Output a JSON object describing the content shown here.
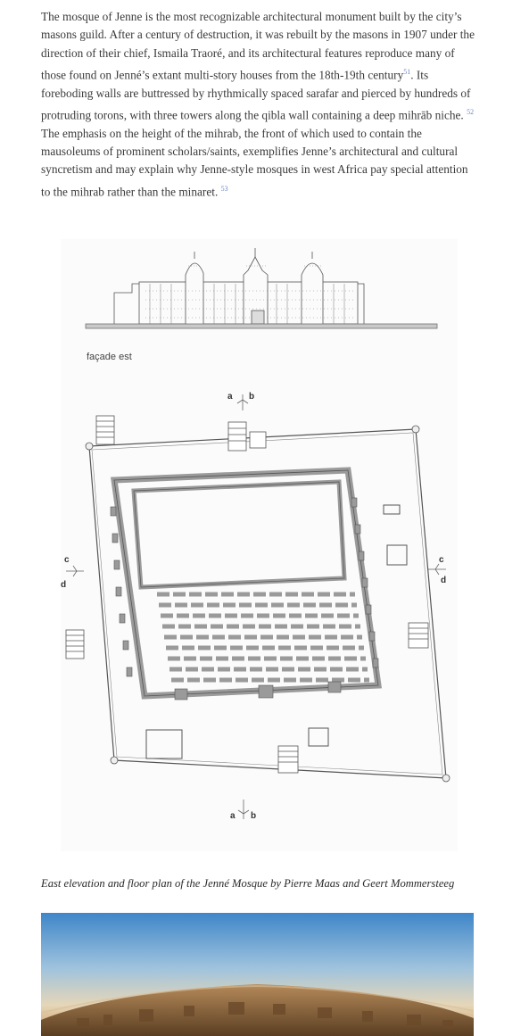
{
  "article": {
    "paragraph": {
      "t1": "The mosque of Jenne is the most recognizable architectural monument built by the city’s masons guild. After a century of destruction, it was rebuilt by the masons in 1907 under the direction of their chief, Ismaila Traoré, and its architectural features reproduce many of those found on Jenné’s extant multi-story houses from the 18th-19th century",
      "ref1": "51",
      "t2": ". Its foreboding walls are buttressed by rhythmically spaced sarafar and pierced by hundreds of protruding torons, with three towers along the qibla wall containing a deep mihrāb niche.",
      "ref2": "52",
      "t3": " The emphasis on the height of the mihrab, the front of which used to contain the mausoleums of prominent scholars/saints, exemplifies Jenne’s architectural and cultural syncretism and may explain why Jenne-style mosques in west Africa pay special attention to the mihrab rather than the minaret.",
      "ref3": "53"
    },
    "figure": {
      "elevation_label": "façade est",
      "section_a": "a",
      "section_b": "b",
      "section_c": "c",
      "section_d": "d",
      "caption": "East elevation and floor plan of the Jenné Mosque by Pierre Maas and Geert Mommersteeg"
    },
    "colors": {
      "link": "#6f86c4",
      "drawing_line": "#555555",
      "wall_fill": "#9a9a9a",
      "ground": "#707070"
    }
  }
}
